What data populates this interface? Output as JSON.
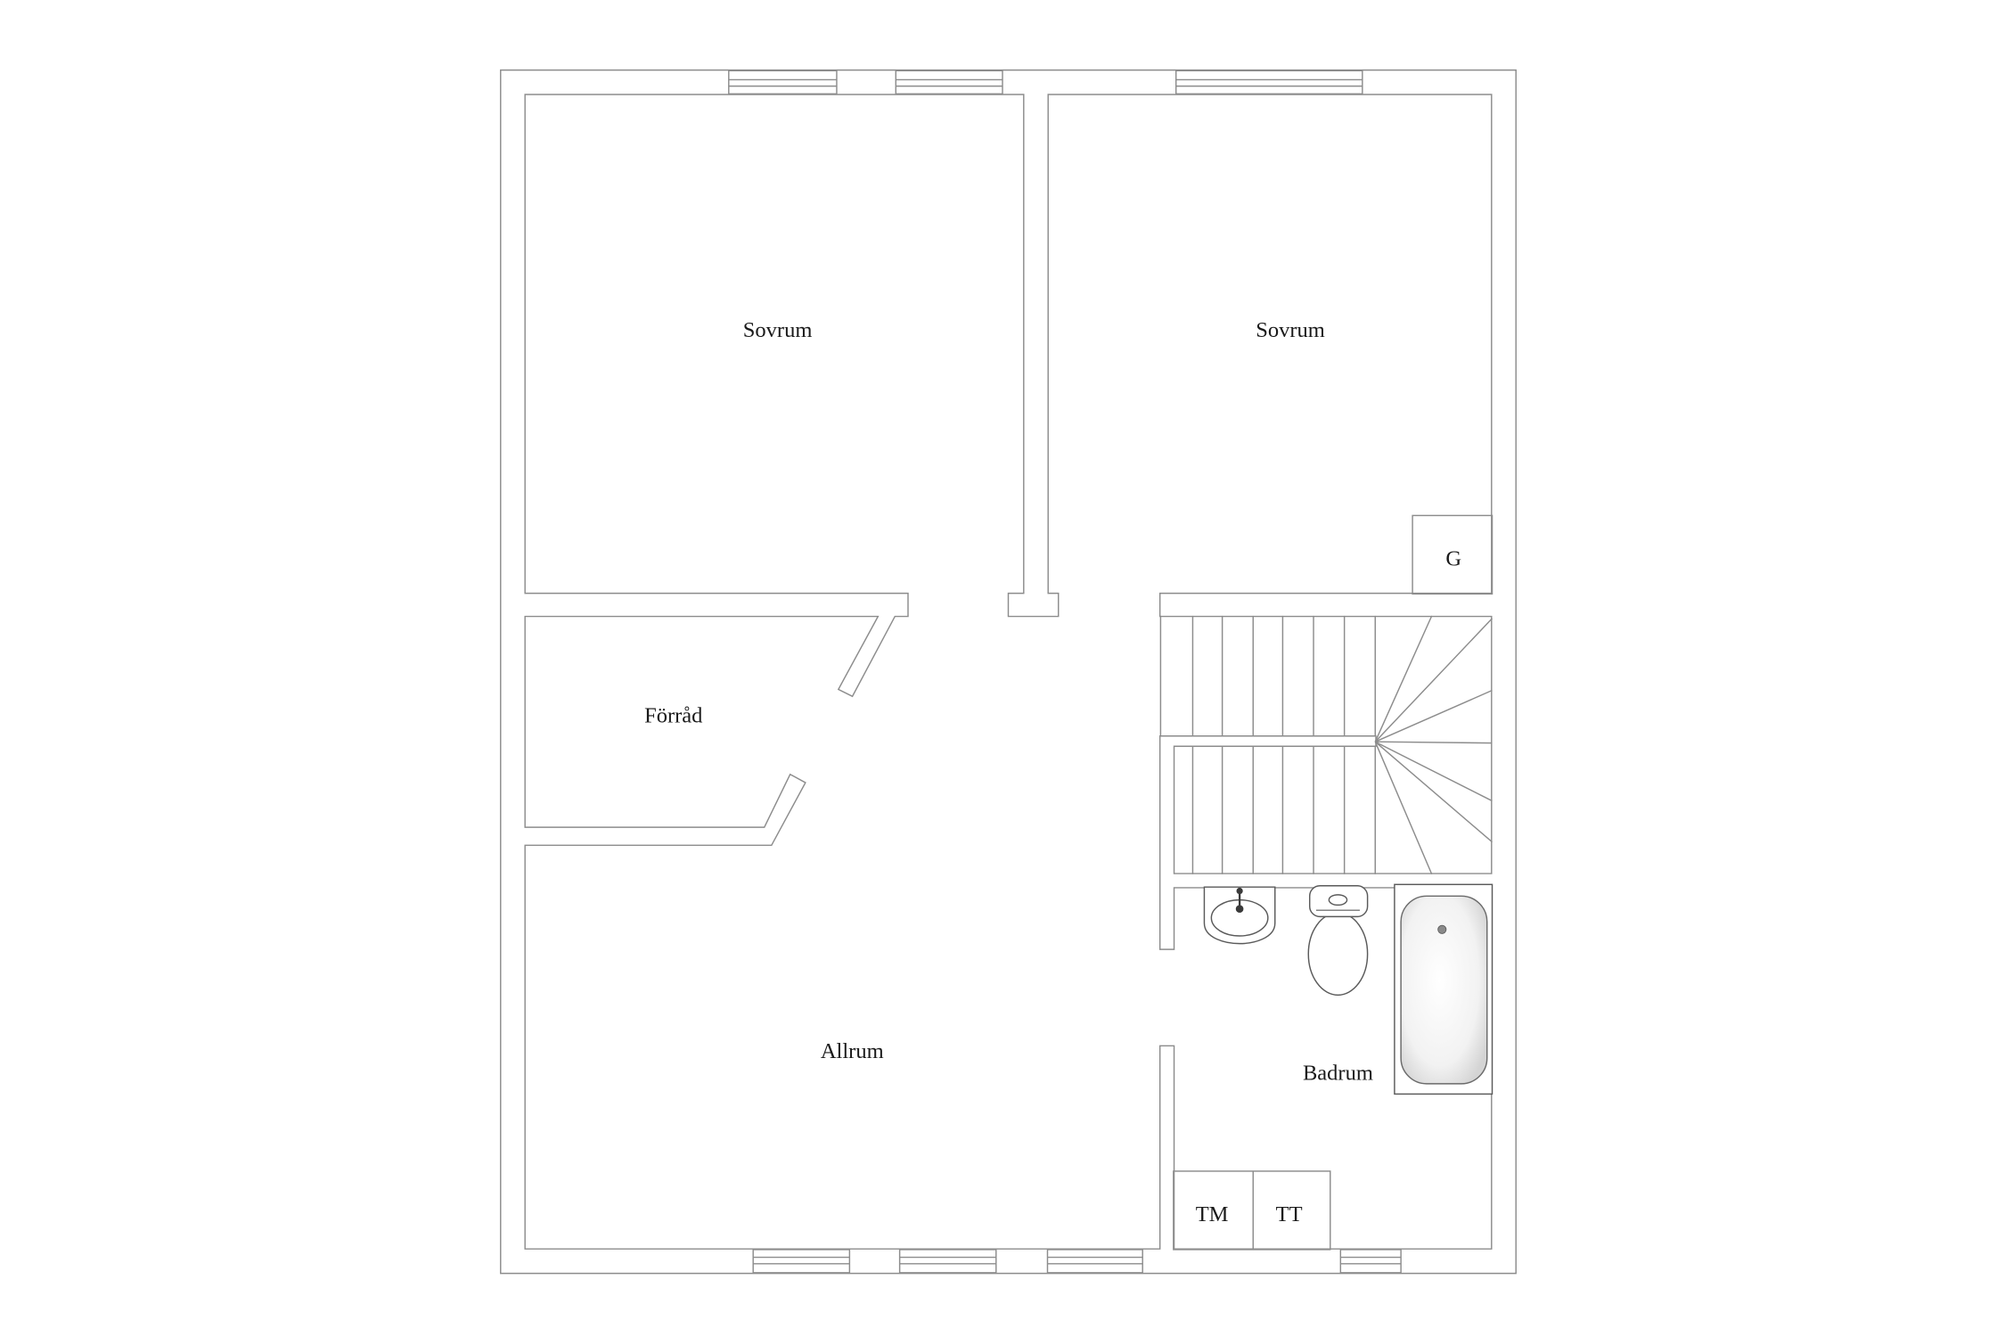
{
  "floor_plan": {
    "rooms": {
      "bedroom_left": "Sovrum",
      "bedroom_right": "Sovrum",
      "storage": "Förråd",
      "living_room": "Allrum",
      "bathroom": "Badrum"
    },
    "labels": {
      "g": "G",
      "tm": "TM",
      "tt": "TT"
    }
  },
  "colors": {
    "wall_line": "#8c8c8c",
    "fixture_line": "#5a5a5a",
    "text": "#1a1a1a",
    "background": "#ffffff"
  }
}
